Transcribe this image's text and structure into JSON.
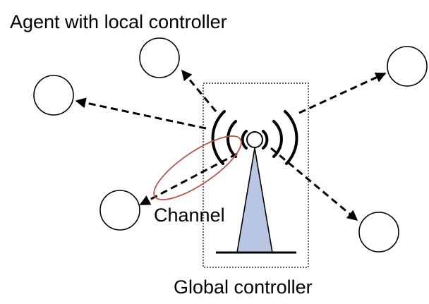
{
  "labels": {
    "agent": "Agent with local controller",
    "channel": "Channel",
    "global": "Global controller"
  },
  "colors": {
    "stroke": "#000000",
    "channel_ellipse": "#b5574e",
    "tower_fill": "#b8c6e4",
    "background": "#ffffff"
  },
  "icons": {
    "agent": "circle",
    "tower": "radio-tower-icon",
    "signal": "radio-waves-icon"
  }
}
